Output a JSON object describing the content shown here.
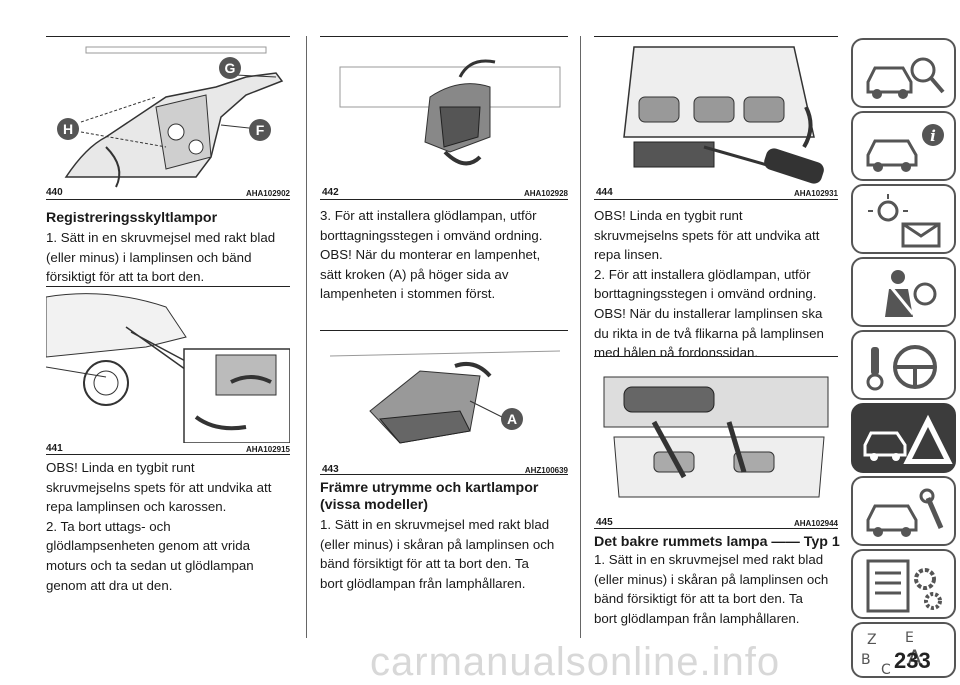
{
  "figures": [
    {
      "number": "440",
      "code": "AHA102902",
      "callouts": [
        "G",
        "H",
        "F"
      ]
    },
    {
      "number": "441",
      "code": "AHA102915",
      "callouts": []
    },
    {
      "number": "442",
      "code": "AHA102928",
      "callouts": []
    },
    {
      "number": "443",
      "code": "AHZ100639",
      "callouts": [
        "A"
      ]
    },
    {
      "number": "444",
      "code": "AHA102931",
      "callouts": []
    },
    {
      "number": "445",
      "code": "AHA102944",
      "callouts": []
    }
  ],
  "col1": {
    "heading": "Registreringsskyltlampor",
    "para1": [
      "1. Sätt in en skruvmejsel med rakt blad",
      "(eller minus) i lamplinsen och bänd",
      "försiktigt för att ta bort den."
    ],
    "para2": [
      "OBS! Linda en tygbit runt",
      "skruvmejselns spets för att undvika att",
      "repa lamplinsen och karossen.",
      "2. Ta bort uttags- och",
      "glödlampsenheten genom att vrida",
      "moturs och ta sedan ut glödlampan",
      "genom att dra ut den."
    ]
  },
  "col2": {
    "para1": [
      "3. För att installera glödlampan, utför",
      "borttagningsstegen i omvänd ordning.",
      "OBS! När du monterar en lampenhet,",
      "sätt kroken (A) på höger sida av",
      "lampenheten i stommen först."
    ],
    "heading": [
      "Främre utrymme och kartlampor",
      "(vissa modeller)"
    ],
    "para2": [
      "1. Sätt in en skruvmejsel med rakt blad",
      "(eller minus) i skåran på lamplinsen och",
      "bänd försiktigt för att ta bort den. Ta",
      "bort glödlampan från lamphållaren."
    ]
  },
  "col3": {
    "para1": [
      "OBS! Linda en tygbit runt",
      "skruvmejselns spets för att undvika att",
      "repa linsen.",
      "2. För att installera glödlampan, utför",
      "borttagningsstegen i omvänd ordning.",
      "OBS! När du installerar lamplinsen ska",
      "du rikta in de två flikarna på lamplinsen",
      "med hålen på fordonssidan."
    ],
    "heading": "Det bakre rummets lampa —— Typ 1",
    "para2": [
      "1. Sätt in en skruvmejsel med rakt blad",
      "(eller minus) i skåran på lamplinsen och",
      "bänd försiktigt för att ta bort den. Ta",
      "bort glödlampan från lamphållaren."
    ]
  },
  "side_tabs": [
    {
      "icon": "car-magnifier-icon",
      "active": false
    },
    {
      "icon": "car-info-icon",
      "active": false
    },
    {
      "icon": "warning-lights-mail-icon",
      "active": false
    },
    {
      "icon": "seatbelt-airbag-icon",
      "active": false
    },
    {
      "icon": "key-steering-wheel-icon",
      "active": false
    },
    {
      "icon": "car-breakdown-warning-icon",
      "active": true
    },
    {
      "icon": "car-wrench-icon",
      "active": false
    },
    {
      "icon": "specifications-gears-icon",
      "active": false
    },
    {
      "icon": "alphabet-index-icon",
      "active": false
    }
  ],
  "page_number": "233",
  "watermark": "carmanualsonline.info"
}
